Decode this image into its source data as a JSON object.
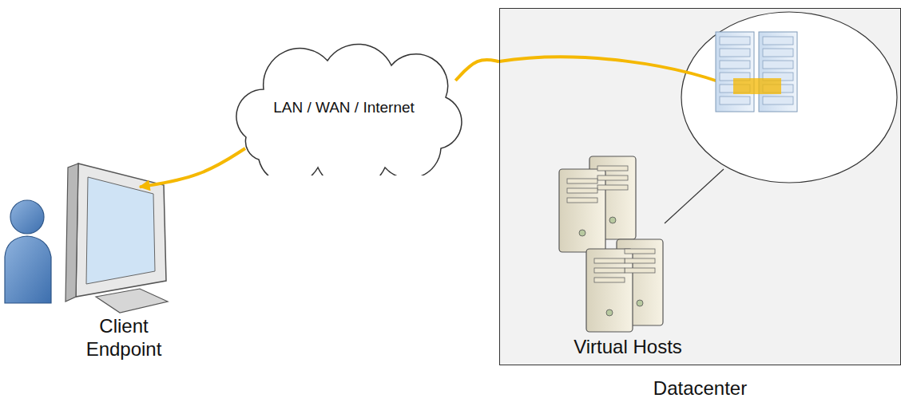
{
  "diagram": {
    "nodes": [
      {
        "text": [
          "LAN / WAN / Internet"
        ]
      },
      {
        "text": [
          "Client Endpoint"
        ]
      },
      {
        "text": [
          "Datacenter"
        ]
      },
      {
        "text": [
          "Virtual Hosts"
        ],
        "in": 2
      }
    ],
    "edges": [
      {
        "from": 0,
        "to": 1,
        "arrow": "to"
      },
      {
        "from": 0,
        "to": 2,
        "arrow": "none"
      }
    ]
  }
}
